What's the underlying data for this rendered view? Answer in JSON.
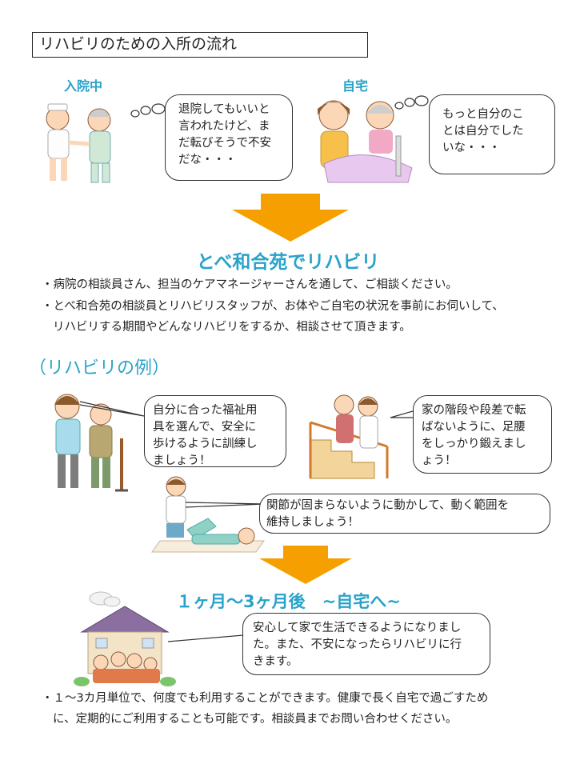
{
  "page": {
    "title": "リハビリのための入所の流れ"
  },
  "intro": {
    "hospital": {
      "label": "入院中",
      "thought": "退院してもいいと\n言われたけど、ま\nだ転びそうで不安\nだな・・・"
    },
    "home": {
      "label": "自宅",
      "thought": "もっと自分のこ\nとは自分でした\nいな・・・"
    }
  },
  "main_heading": "とべ和合苑でリハビリ",
  "bullets_1": [
    "・病院の相談員さん、担当のケアマネージャーさんを通して、ご相談ください。",
    "・とべ和合苑の相談員とリハビリスタッフが、お体やご自宅の状況を事前にお伺いして、",
    "リハビリする期間やどんなリハビリをするか、相談させて頂きます。"
  ],
  "examples": {
    "heading": "（リハビリの例）",
    "walking": "自分に合った福祉用\n具を選んで、安全に\n歩けるように訓練し\nましょう！",
    "stairs": "家の階段や段差で転\nばないように、足腰\nをしっかり鍛えまし\nょう！",
    "joints": "関節が固まらないように動かして、動く範囲を\n維持しましょう！"
  },
  "result": {
    "heading": "１ヶ月～3ヶ月後　~自宅へ~",
    "bubble": "安心して家で生活できるようになりまし\nた。また、不安になったらリハビリに行\nきます。"
  },
  "bullets_2": [
    "・１～3カ月単位で、何度でも利用することができます。健康で長く自宅で過ごすため",
    "に、定期的にご利用することも可能です。相談員までお問い合わせください。"
  ],
  "colors": {
    "accent": "#29a3c9",
    "arrow": "#f5a000",
    "border": "#333333"
  }
}
